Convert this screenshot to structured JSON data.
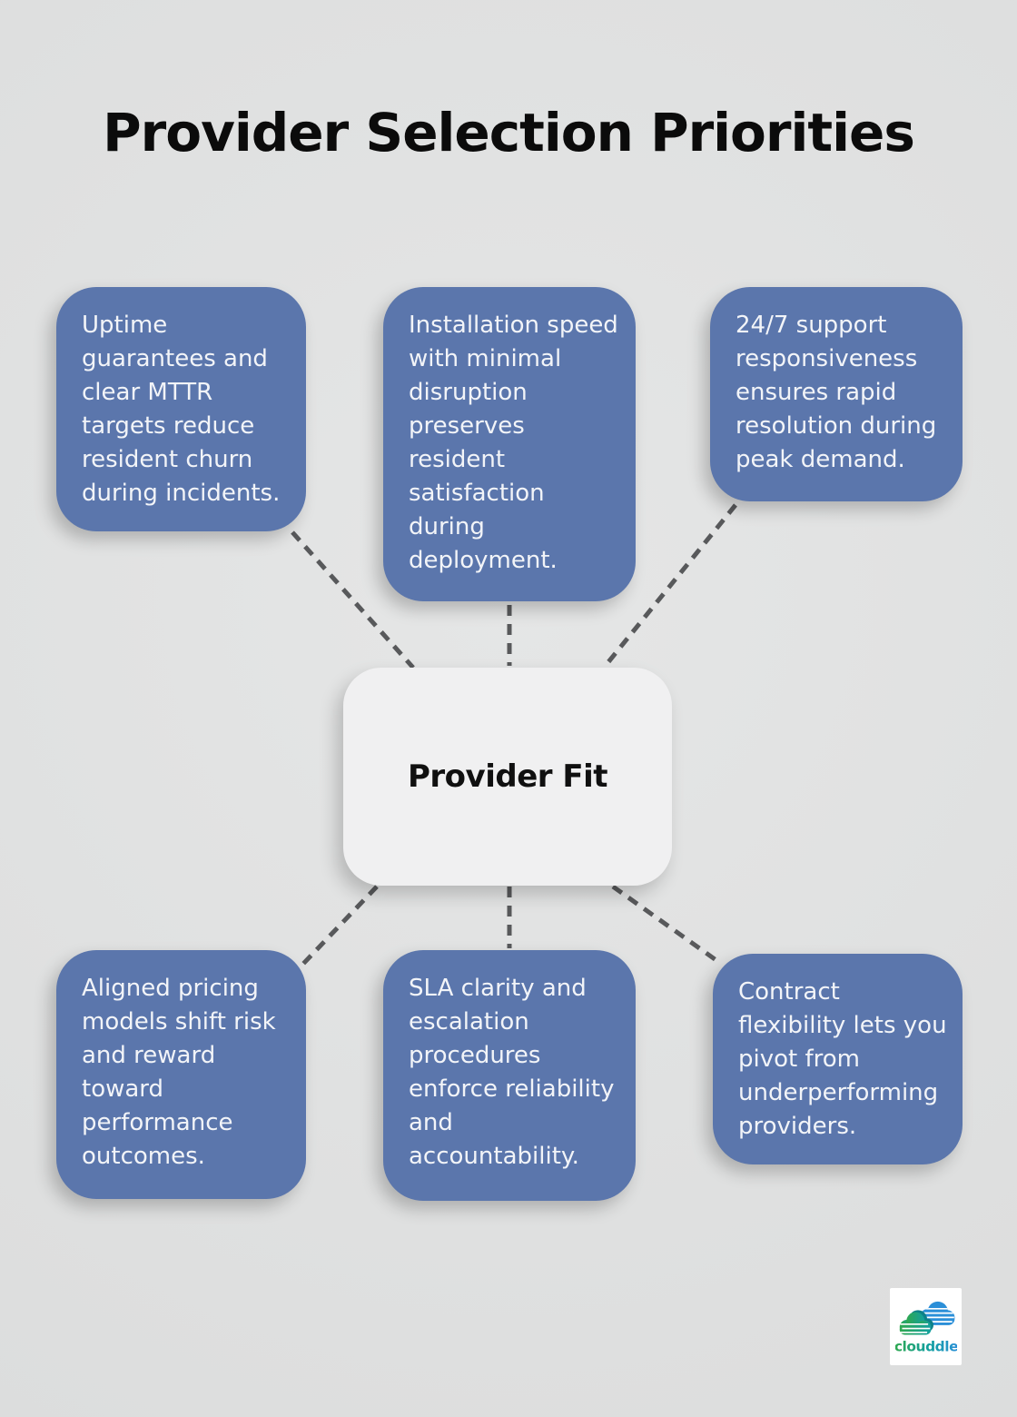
{
  "title": "Provider Selection Priorities",
  "center_node": {
    "label": "Provider Fit"
  },
  "nodes": [
    {
      "id": "uptime",
      "text": "Uptime\nguarantees and\nclear MTTR\ntargets reduce\nresident churn\nduring incidents."
    },
    {
      "id": "installation",
      "text": "Installation speed\nwith minimal\ndisruption\npreserves\nresident\nsatisfaction\nduring\ndeployment."
    },
    {
      "id": "support",
      "text": "24/7 support\nresponsiveness\nensures rapid\nresolution during\npeak demand."
    },
    {
      "id": "pricing",
      "text": "Aligned pricing\nmodels shift risk\nand reward\ntoward\nperformance\noutcomes."
    },
    {
      "id": "sla",
      "text": "SLA clarity and\nescalation\nprocedures\nenforce reliability\nand\naccountability."
    },
    {
      "id": "contract",
      "text": "Contract\nflexibility lets you\npivot from\nunderperforming\nproviders."
    }
  ],
  "logo": {
    "brand": "clouddle"
  },
  "colors": {
    "background": "#e0e1e1",
    "title-text": "#0b0b0b",
    "node-fill": "#5b76ac",
    "node-text": "#f2f4f8",
    "center-fill": "#f0f0f1",
    "center-text": "#101010",
    "connector": "#58595b",
    "logo-green": "#2fa84f",
    "logo-teal": "#12a0a0",
    "logo-teal-dark": "#0e8088",
    "logo-blue": "#2b8fd8"
  }
}
